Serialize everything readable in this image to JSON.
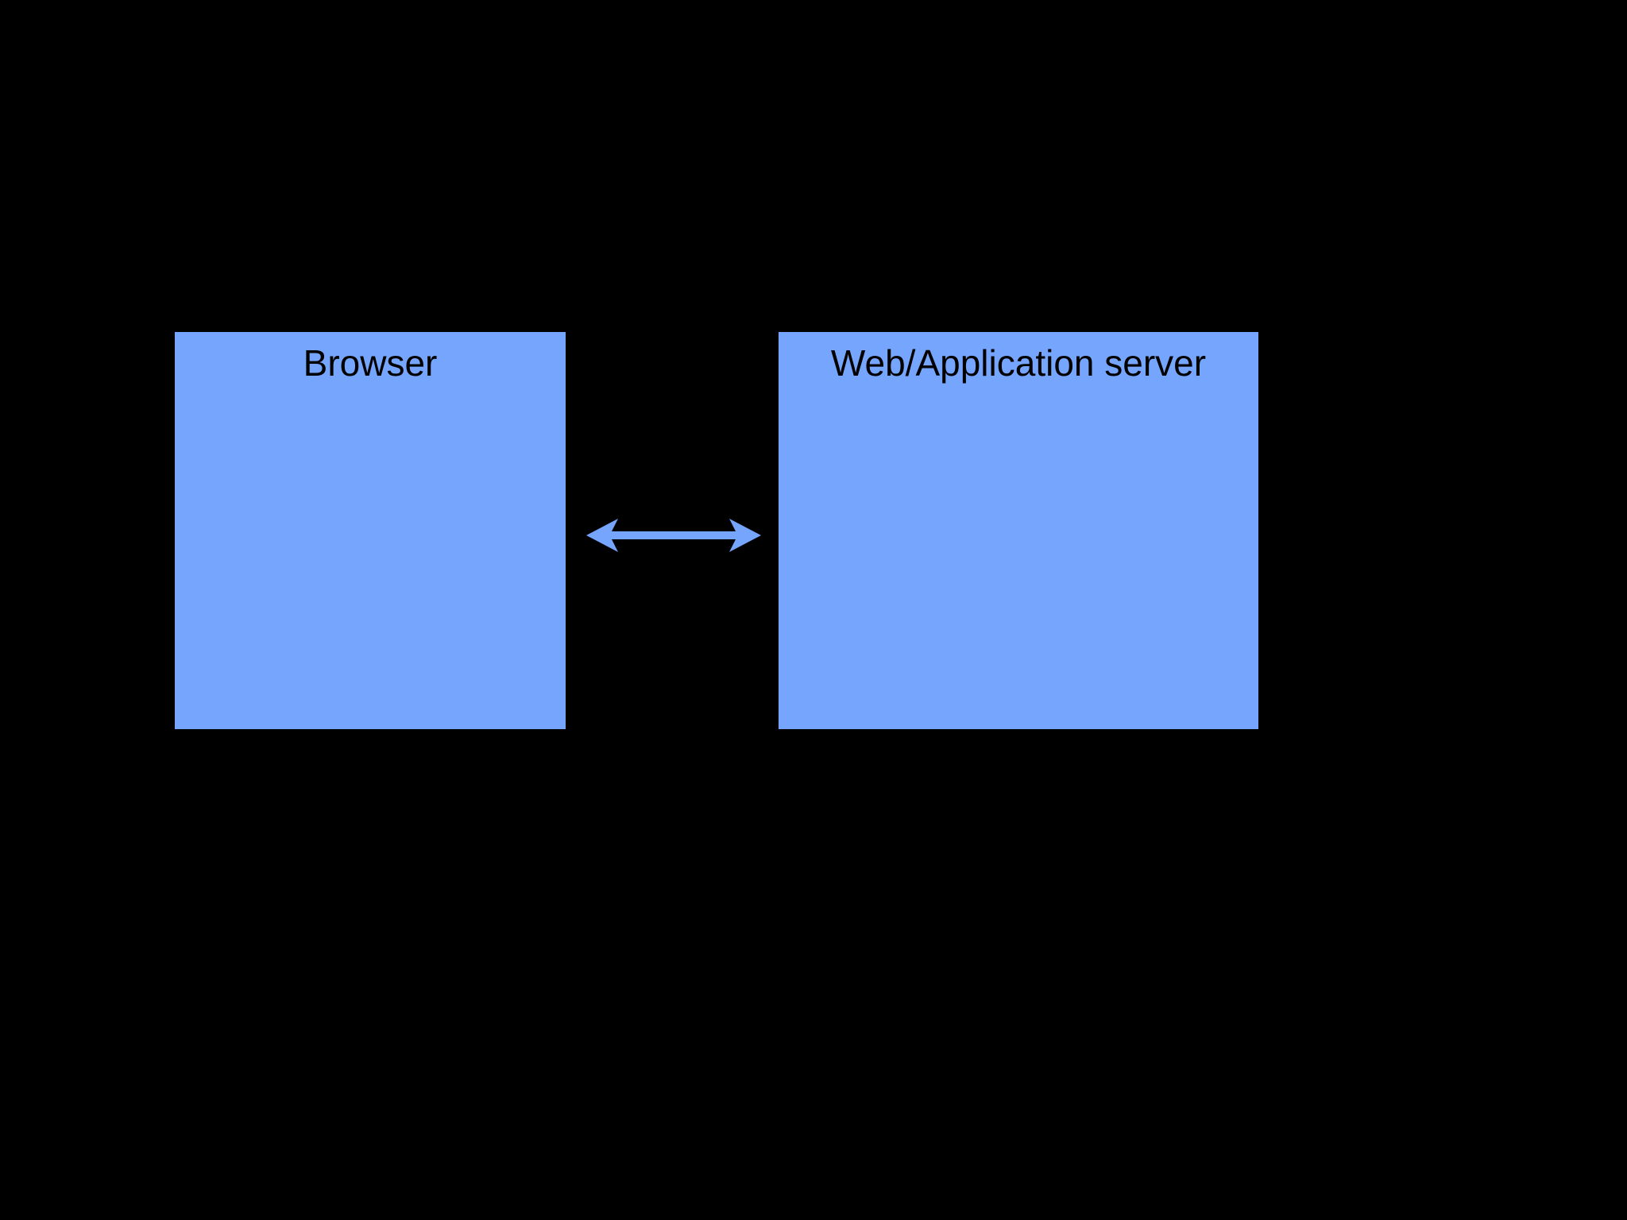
{
  "diagram": {
    "nodes": [
      {
        "id": "browser",
        "label": "Browser"
      },
      {
        "id": "server",
        "label": "Web/Application server"
      }
    ],
    "edges": [
      {
        "from": "browser",
        "to": "server",
        "direction": "bidirectional"
      }
    ]
  },
  "colors": {
    "background": "#000000",
    "box_fill": "#75a5fc",
    "label_text": "#000000",
    "arrow": "#75a5fc"
  },
  "icons": {
    "connector": "double-headed-arrow-icon"
  }
}
